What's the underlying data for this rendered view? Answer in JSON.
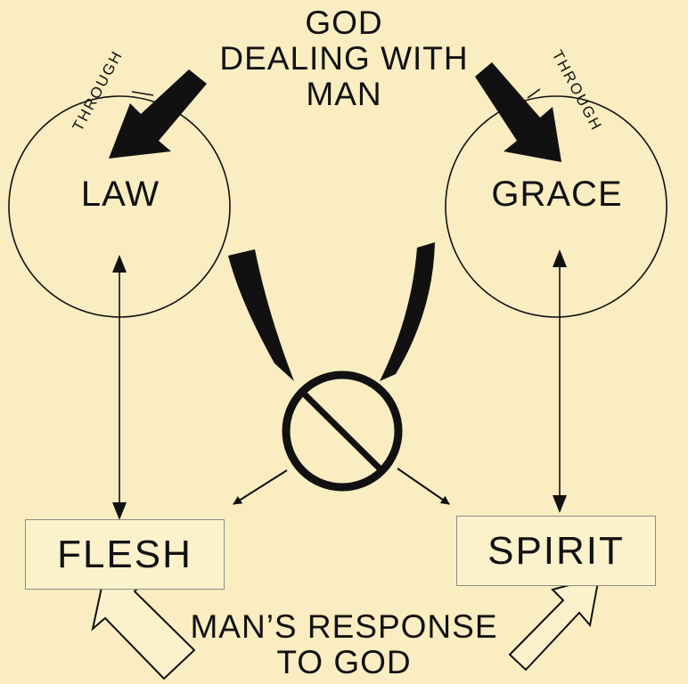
{
  "diagram": {
    "title_lines": [
      "GOD",
      "DEALING WITH",
      "MAN"
    ],
    "left": {
      "circle_label": "LAW",
      "through_label": "THROUGH",
      "box_label": "FLESH"
    },
    "right": {
      "circle_label": "GRACE",
      "through_label": "THROUGH",
      "box_label": "SPIRIT"
    },
    "response_lines": [
      "MAN’S RESPONSE",
      "TO GOD"
    ],
    "colors": {
      "background": "#f9edc1",
      "ink": "#111111",
      "box_border": "#8a8f84"
    },
    "icons": [
      "arrow-down-icon",
      "no-symbol-icon",
      "hollow-arrow-icon",
      "double-arrow-icon"
    ]
  }
}
